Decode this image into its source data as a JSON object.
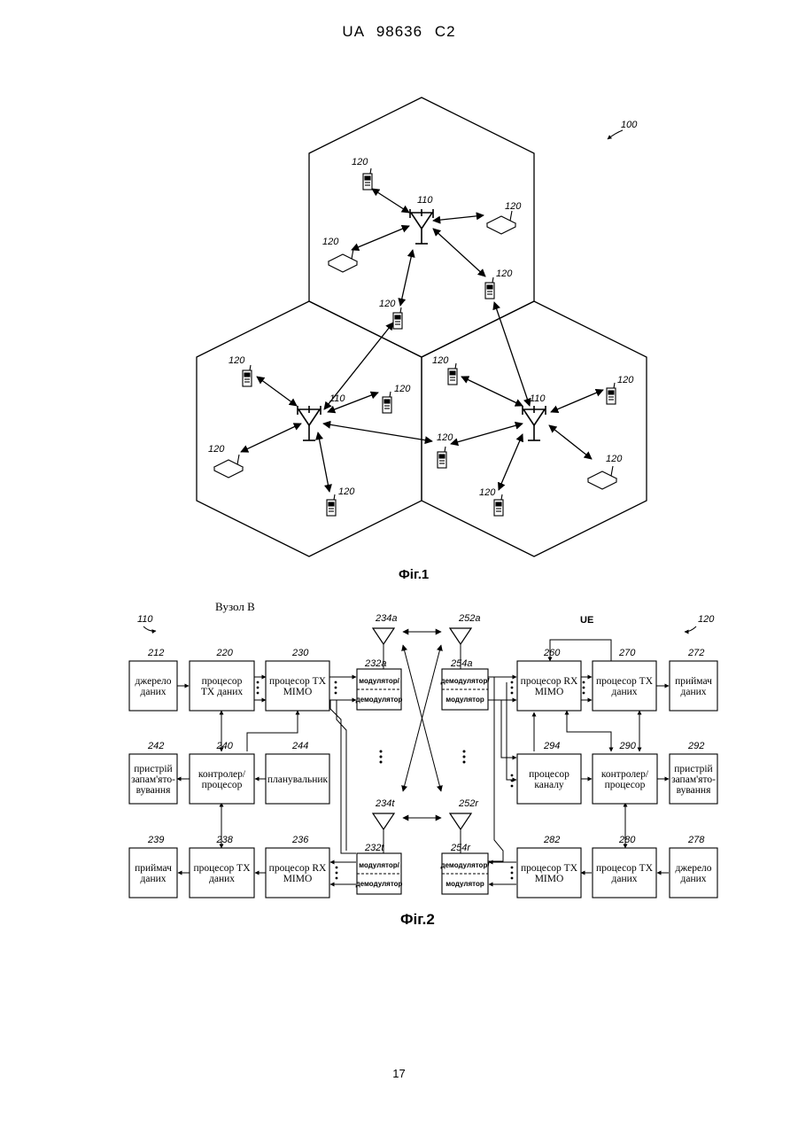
{
  "header": "UA   98636   C2",
  "page_number": "17",
  "fig1": {
    "caption": "Фіг.1",
    "system_ref": "100",
    "base_station_ref": "110",
    "terminal_ref": "120"
  },
  "fig2": {
    "caption": "Фіг.2",
    "node_b_label": "Вузол В",
    "ue_label": "UE",
    "node_b_ref": "110",
    "ue_ref": "120",
    "blocks": {
      "b212": {
        "ref": "212",
        "lines": [
          "джерело",
          "даних"
        ]
      },
      "b220": {
        "ref": "220",
        "lines": [
          "процесор",
          "TX даних"
        ]
      },
      "b230": {
        "ref": "230",
        "lines": [
          "процесор TX",
          "MIMO"
        ]
      },
      "b242": {
        "ref": "242",
        "lines": [
          "пристрій",
          "запам'ято-",
          "вування"
        ]
      },
      "b240": {
        "ref": "240",
        "lines": [
          "контролер/",
          "процесор"
        ]
      },
      "b244": {
        "ref": "244",
        "lines": [
          "планувальник"
        ]
      },
      "b239": {
        "ref": "239",
        "lines": [
          "приймач",
          "даних"
        ]
      },
      "b238": {
        "ref": "238",
        "lines": [
          "процесор TX",
          "даних"
        ]
      },
      "b236": {
        "ref": "236",
        "lines": [
          "процесор RX",
          "MIMO"
        ]
      },
      "b260": {
        "ref": "260",
        "lines": [
          "процесор RX",
          "MIMO"
        ]
      },
      "b270": {
        "ref": "270",
        "lines": [
          "процесор TX",
          "даних"
        ]
      },
      "b272": {
        "ref": "272",
        "lines": [
          "приймач",
          "даних"
        ]
      },
      "b294": {
        "ref": "294",
        "lines": [
          "процесор",
          "каналу"
        ]
      },
      "b290": {
        "ref": "290",
        "lines": [
          "контролер/",
          "процесор"
        ]
      },
      "b292": {
        "ref": "292",
        "lines": [
          "пристрій",
          "запам'ято-",
          "вування"
        ]
      },
      "b282": {
        "ref": "282",
        "lines": [
          "процесор TX",
          "MIMO"
        ]
      },
      "b280": {
        "ref": "280",
        "lines": [
          "процесор TX",
          "даних"
        ]
      },
      "b278": {
        "ref": "278",
        "lines": [
          "джерело",
          "даних"
        ]
      }
    },
    "modems": {
      "m232a": {
        "ref": "232a",
        "top": "модулятор/",
        "bottom": "демодулятор"
      },
      "m232t": {
        "ref": "232t",
        "top": "модулятор/",
        "bottom": "демодулятор"
      },
      "m254a": {
        "ref": "254a",
        "top": "демодулятор/",
        "bottom": "модулятор"
      },
      "m254r": {
        "ref": "254r",
        "top": "демодулятор/",
        "bottom": "модулятор"
      }
    },
    "antennas": {
      "a234a": "234a",
      "a234t": "234t",
      "a252a": "252a",
      "a252r": "252r"
    }
  }
}
